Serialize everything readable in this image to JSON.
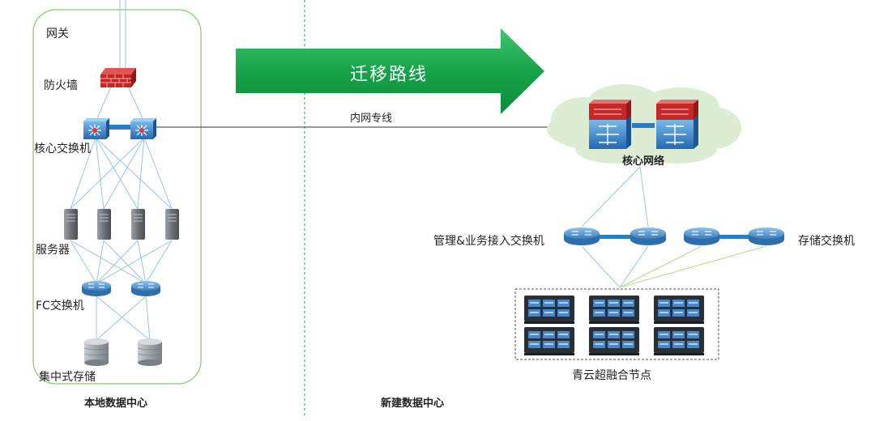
{
  "colors": {
    "arrow_green": "#16a34a",
    "link_blue": "#9bc4e2",
    "link_green": "#b7d98a",
    "zone_border": "#86c96f",
    "divider_green": "#22a05a",
    "switch_blue": "#2b7cc4",
    "firewall_red": "#d32f2f",
    "cloud_green": "#dcedd4"
  },
  "migration": {
    "arrow_label": "迁移路线",
    "link_label": "内网专线"
  },
  "local_dc": {
    "title": "本地数据中心",
    "gateway_label": "网关",
    "firewall_label": "防火墙",
    "core_switch_label": "核心交换机",
    "servers_label": "服务器",
    "fc_switch_label": "FC交换机",
    "storage_label": "集中式存储"
  },
  "new_dc": {
    "title": "新建数据中心",
    "core_network_label": "核心网络",
    "access_switch_label": "管理&业务接入交换机",
    "storage_switch_label": "存储交换机",
    "nodes_label": "青云超融合节点"
  },
  "icons": [
    "firewall-icon",
    "core-switch-icon",
    "server-icon",
    "router-switch-icon",
    "disk-storage-icon",
    "cloud-icon",
    "hyperconverged-node-icon"
  ]
}
